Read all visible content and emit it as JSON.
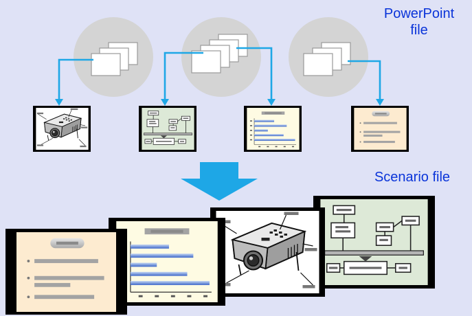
{
  "labels": {
    "powerpoint_line1": "PowerPoint",
    "powerpoint_line2": "file",
    "scenario": "Scenario file"
  },
  "colors": {
    "background": "#dfe2f6",
    "accent_blue": "#0a34d9",
    "arrow_blue": "#1ea7e6",
    "circle_gray": "#d4d4d4",
    "slide_green": "#dde9d7",
    "slide_yellow": "#fefbe3",
    "slide_peach": "#fdebd0"
  },
  "icons": {
    "projector": "projector-illustration",
    "flowchart": "flowchart-slide",
    "bar_chart": "bar-chart-slide",
    "bullet_list": "bullet-list-slide"
  }
}
